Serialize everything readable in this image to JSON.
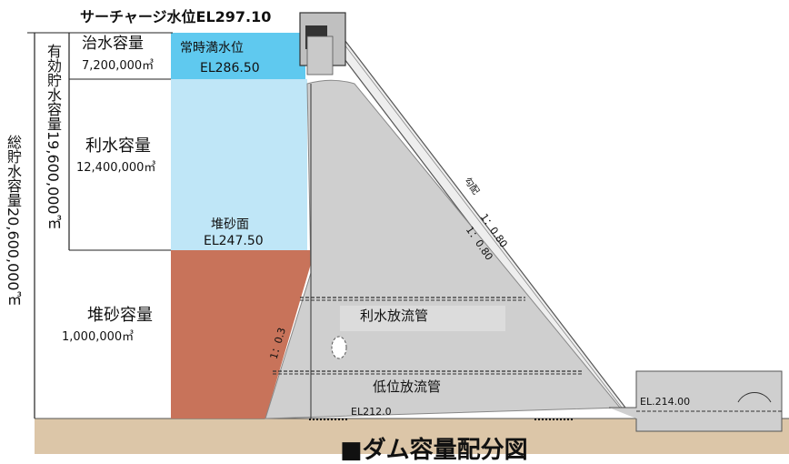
{
  "surcharge_level": "サーチャージ水位EL297.10",
  "total_capacity": "総貯水容量20,600,000㎥",
  "effective_capacity": "有効貯水容量19,600,000㎥",
  "flood_control": {
    "label": "治水容量",
    "value": "7,200,000㎥"
  },
  "water_use": {
    "label": "利水容量",
    "value": "12,400,000㎥"
  },
  "sediment": {
    "label": "堆砂容量",
    "value": "1,000,000㎥"
  },
  "normal_level": {
    "label": "常時満水位",
    "value": "EL286.50"
  },
  "sediment_surface": {
    "label": "堆砂面",
    "value": "EL247.50"
  },
  "slope_label": "勾配",
  "slope_ratio_1": "1：0.80",
  "slope_ratio_2": "1：0.80",
  "upstream_slope": "1：0.3",
  "water_use_outlet": "利水放流管",
  "low_level_outlet": "低位放流管",
  "base_elevation": "EL212.0",
  "downstream_elevation": "EL.214.00",
  "figure_title": "■ダム容量配分図",
  "colors": {
    "flood": "#5fc9ef",
    "water_use": "#bfe6f7",
    "sediment": "#c8735a",
    "dam": "#cfcfcf",
    "ground": "#dcc6a8"
  }
}
